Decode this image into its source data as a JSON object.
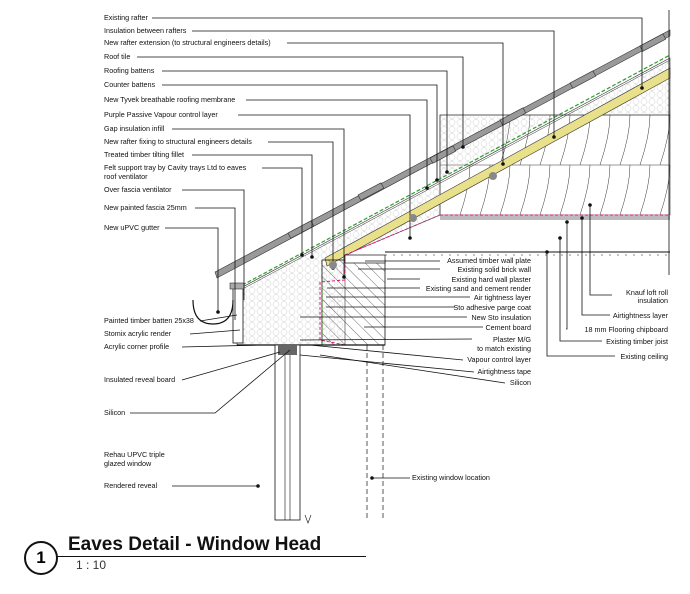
{
  "title": {
    "number": "1",
    "name": "Eaves Detail - Window Head",
    "scale": "1 : 10"
  },
  "labels_left": [
    "Existing rafter",
    "Insulation between rafters",
    "New rafter extension (to structural engineers details)",
    "Roof tile",
    "Roofing battens",
    "Counter battens",
    "New Tyvek breathable roofing membrane",
    "Purple Passive Vapour control layer",
    "Gap insulation infill",
    "New rafter fixing to structural engineers details",
    "Treated timber tilting fillet",
    "Felt support tray by Cavity trays Ltd to eaves",
    "roof ventilator",
    "Over fascia ventilator",
    "New painted fascia 25mm",
    "New uPVC gutter"
  ],
  "labels_left_lower": [
    "Painted timber batten 25x38",
    "Stomix acrylic render",
    "Acrylic corner profile",
    "Insulated reveal board",
    "Silicon",
    "Rehau UPVC triple",
    "glazed window",
    "Rendered reveal"
  ],
  "labels_right": [
    "Assumed timber wall plate",
    "Existing solid brick wall",
    "Existing hard wall plaster",
    "Existing sand and cement render",
    "Air tightness layer",
    "Sto adhesive parge coat",
    "New Sto insulation",
    "Cement board",
    "Plaster M/G",
    "to match existing",
    "Vapour control layer",
    "Airtightness tape",
    "Silicon"
  ],
  "labels_far_right": [
    "Knauf loft roll",
    "insulation",
    "Airtightness layer",
    "18 mm Flooring chipboard",
    "Existing timber joist",
    "Existing ceiling"
  ],
  "label_window_location": "Existing window location",
  "colors": {
    "membrane": "#2e9e2e",
    "rafter": "#e8e08a",
    "airtight": "#e0197d",
    "vcl": "#2a8fd6",
    "tile": "#999999"
  }
}
